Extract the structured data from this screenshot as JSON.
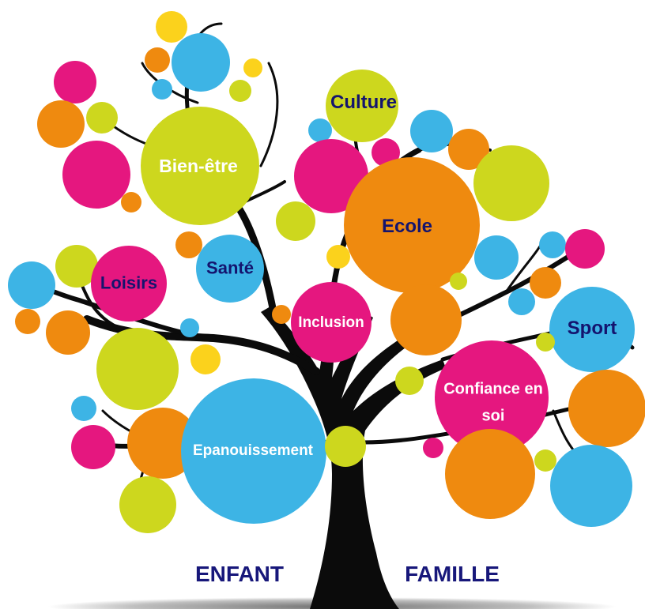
{
  "colors": {
    "pink": "#e5177f",
    "orange": "#ef8a0f",
    "lime": "#cdd71e",
    "blue": "#3db4e5",
    "yellow": "#fbd21c",
    "trunk": "#0b0b0b",
    "label_white": "#ffffff",
    "label_navy": "#14146e"
  },
  "bubbles": {
    "bien_etre": "Bien-être",
    "culture": "Culture",
    "ecole": "Ecole",
    "sante": "Santé",
    "loisirs": "Loisirs",
    "inclusion": "Inclusion",
    "sport": "Sport",
    "confiance_line1": "Confiance en",
    "confiance_line2": "soi",
    "epanouissement": "Epanouissement"
  },
  "ground": {
    "left": "ENFANT",
    "right": "FAMILLE"
  }
}
